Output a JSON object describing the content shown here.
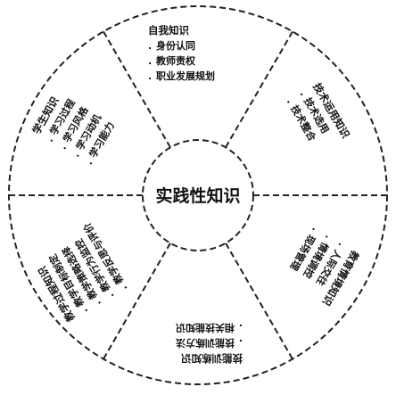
{
  "diagram": {
    "center": "实践性知识",
    "segments": [
      {
        "title": "自我知识",
        "items": [
          "身份认同",
          "教师责权",
          "职业发展规划"
        ]
      },
      {
        "title": "技术运用知识",
        "items": [
          "技术选用",
          "技术整合"
        ]
      },
      {
        "title": "教育情境知识",
        "items": [
          "人际交往",
          "情境调控",
          "现场管理"
        ]
      },
      {
        "title": "技能训练知识",
        "items": [
          "技能训练方法",
          "相关技能知识"
        ]
      },
      {
        "title": "教学过程知识",
        "items": [
          "教学目标制定",
          "教学策略选择",
          "教学行为监控",
          "教学反思与评价"
        ]
      },
      {
        "title": "学生知识",
        "items": [
          "学习过程",
          "学习风格",
          "学习动机",
          "学习能力"
        ]
      }
    ]
  }
}
